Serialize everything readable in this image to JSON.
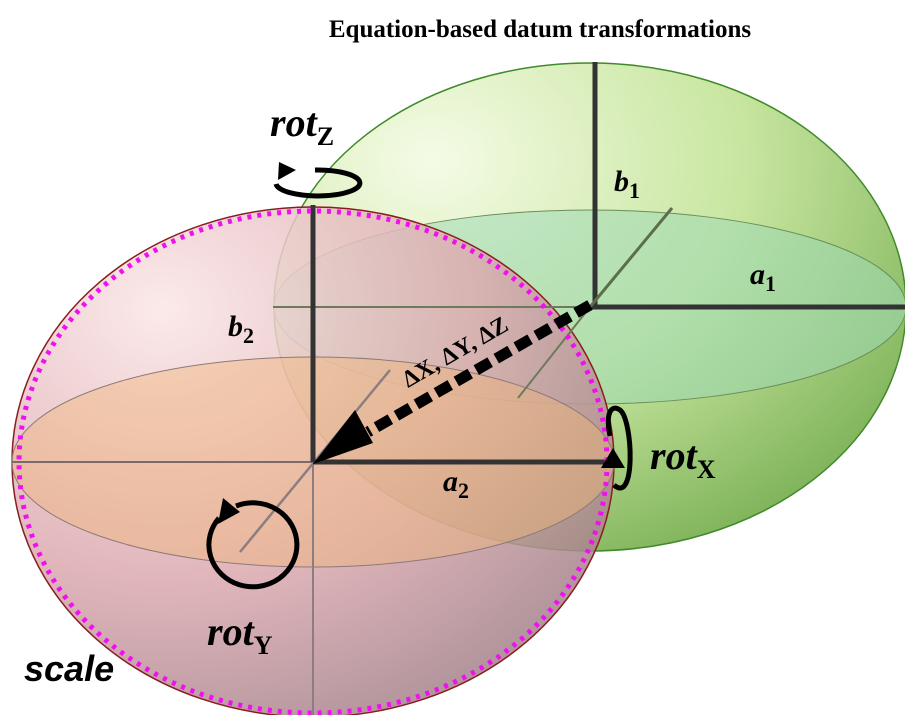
{
  "title": "Equation-based datum transformations",
  "labels": {
    "a1": {
      "main": "a",
      "sub": "1"
    },
    "b1": {
      "main": "b",
      "sub": "1"
    },
    "a2": {
      "main": "a",
      "sub": "2"
    },
    "b2": {
      "main": "b",
      "sub": "2"
    },
    "rot_z": {
      "main": "rot",
      "sub": "Z"
    },
    "rot_x": {
      "main": "rot",
      "sub": "X"
    },
    "rot_y": {
      "main": "rot",
      "sub": "Y"
    },
    "translation": "ΔX, ΔY, ΔZ",
    "scale": "scale"
  },
  "colors": {
    "ellipsoid1_fill": "#b9dd8a",
    "ellipsoid1_stroke": "#3f8a2a",
    "ellipsoid2_fill": "#e6b6bb",
    "ellipsoid2_stroke": "#8a1d1d",
    "scale_circle": "#ee11ee",
    "axis": "#2f2f2f",
    "arrow": "#000000"
  },
  "icons": {
    "rot_z": "rotation-arrow-icon",
    "rot_x": "rotation-arrow-icon",
    "rot_y": "rotation-arrow-icon"
  }
}
